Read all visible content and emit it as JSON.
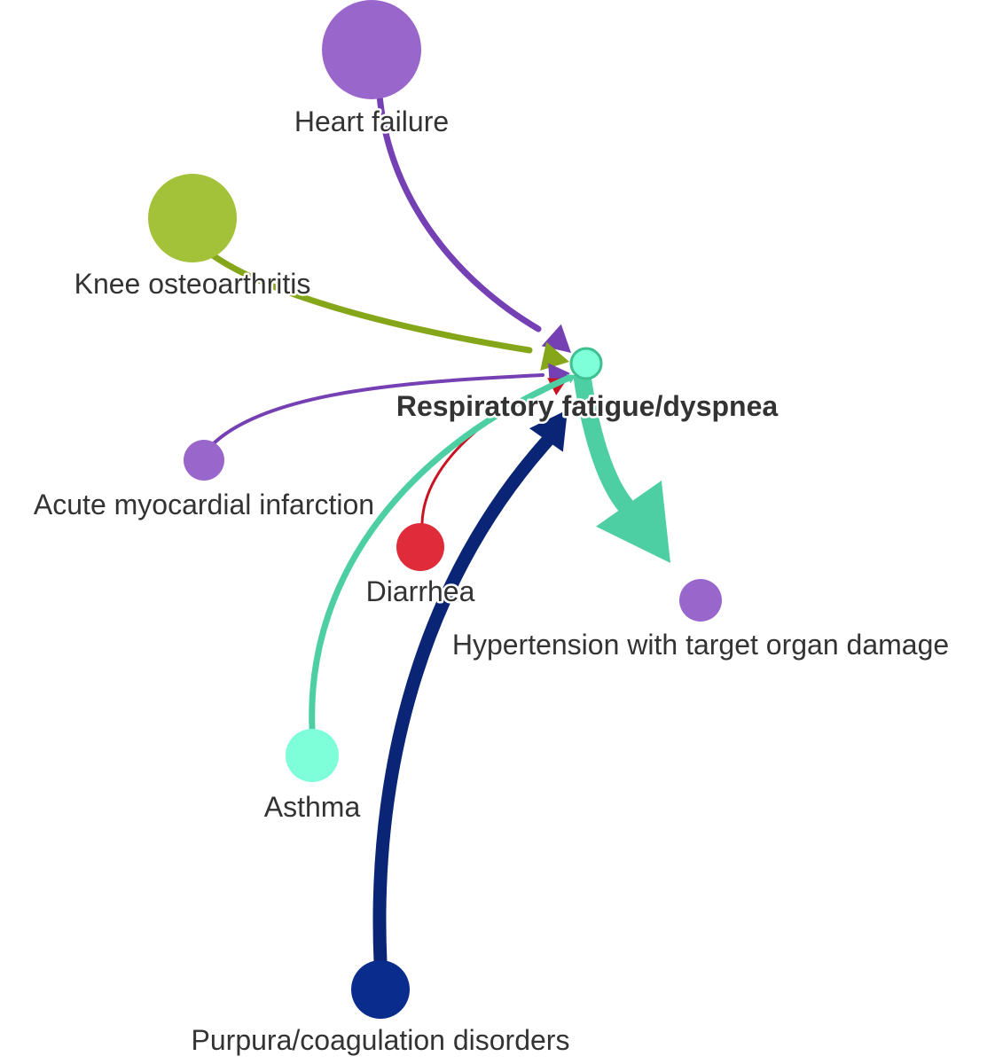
{
  "network": {
    "focus_node": "resp",
    "nodes": [
      {
        "id": "heart",
        "label": "Heart failure",
        "color": "#9966CC"
      },
      {
        "id": "knee",
        "label": "Knee osteoarthritis",
        "color": "#A3C239"
      },
      {
        "id": "ami",
        "label": "Acute myocardial infarction",
        "color": "#9966CC"
      },
      {
        "id": "diarrhea",
        "label": "Diarrhea",
        "color": "#E02B3A"
      },
      {
        "id": "asthma",
        "label": "Asthma",
        "color": "#7FFFD9"
      },
      {
        "id": "purpura",
        "label": "Purpura/coagulation disorders",
        "color": "#0A2C8C"
      },
      {
        "id": "hyper",
        "label": "Hypertension with target organ damage",
        "color": "#9966CC"
      },
      {
        "id": "resp",
        "label": "Respiratory fatigue/dyspnea",
        "color": "#7FFFD9"
      }
    ],
    "edges": [
      {
        "from": "heart",
        "to": "resp",
        "color": "#7540B3"
      },
      {
        "from": "knee",
        "to": "resp",
        "color": "#86A61A"
      },
      {
        "from": "ami",
        "to": "resp",
        "color": "#7540B3"
      },
      {
        "from": "diarrhea",
        "to": "resp",
        "color": "#C81423"
      },
      {
        "from": "asthma",
        "to": "resp",
        "color": "#4DCFA3"
      },
      {
        "from": "purpura",
        "to": "resp",
        "color": "#0A2575"
      },
      {
        "from": "resp",
        "to": "hyper",
        "color": "#4DCFA3"
      }
    ]
  }
}
